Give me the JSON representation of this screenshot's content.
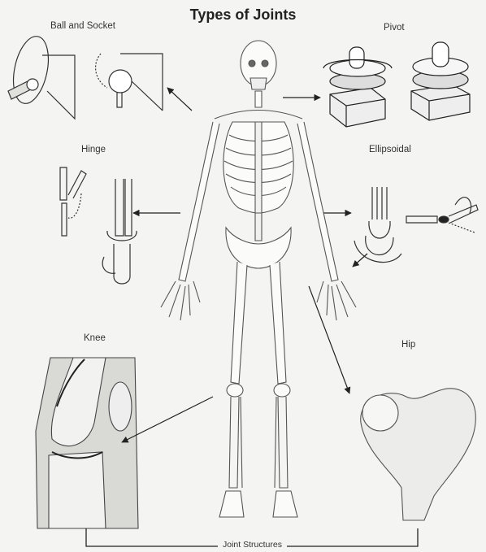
{
  "title": "Types of Joints",
  "labels": {
    "ball_and_socket": "Ball and Socket",
    "pivot": "Pivot",
    "hinge": "Hinge",
    "ellipsoidal": "Ellipsoidal",
    "knee": "Knee",
    "hip": "Hip",
    "joint_structures": "Joint Structures"
  }
}
